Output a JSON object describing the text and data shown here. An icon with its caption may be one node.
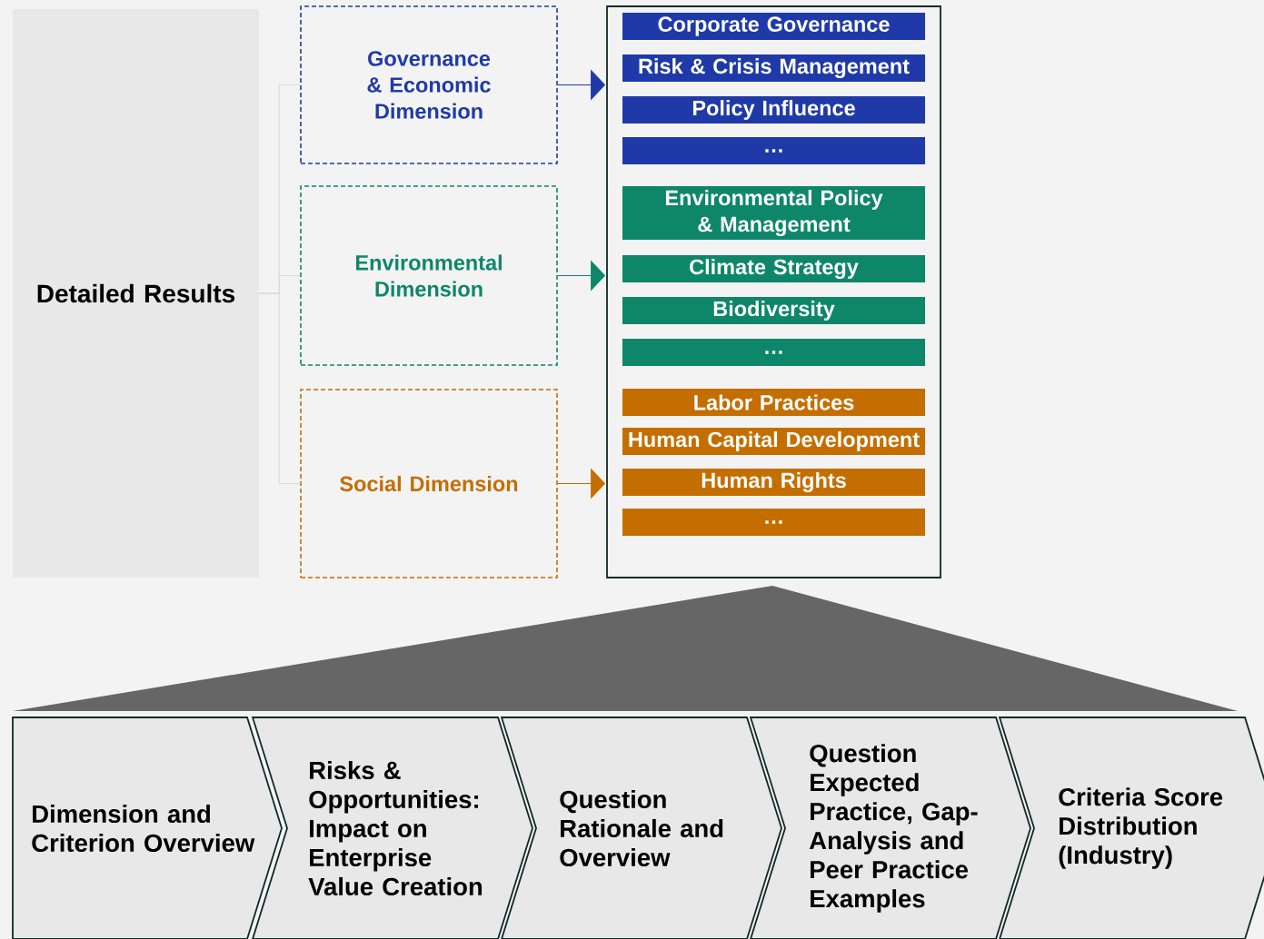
{
  "diagram": {
    "nodes": [
      {
        "text": [
          "Detailed Results"
        ]
      },
      {
        "text": [
          "Governance & Economic Dimension"
        ]
      },
      {
        "text": [
          "Environmental Dimension"
        ]
      },
      {
        "text": [
          "Social Dimension"
        ]
      },
      {
        "text": [],
        "shape": "box"
      },
      {
        "text": [
          "Corporate Governance"
        ],
        "in": 4
      },
      {
        "text": [
          "Risk & Crisis Management"
        ],
        "in": 4
      },
      {
        "text": [
          "Policy Influence"
        ],
        "in": 4
      },
      {
        "text": [
          "…"
        ],
        "in": 4
      },
      {
        "text": [
          "Environmental Policy & Management"
        ],
        "in": 4
      },
      {
        "text": [
          "Climate Strategy"
        ],
        "in": 4
      },
      {
        "text": [
          "Biodiversity"
        ],
        "in": 4
      },
      {
        "text": [
          "…"
        ],
        "in": 4
      },
      {
        "text": [
          "Labor Practices"
        ],
        "in": 4
      },
      {
        "text": [
          "Human Capital Development"
        ],
        "in": 4
      },
      {
        "text": [
          "Human Rights"
        ],
        "in": 4
      },
      {
        "text": [
          "…"
        ],
        "in": 4
      },
      {
        "text": [],
        "shape": "triangle"
      },
      {
        "text": [
          "Dimension and Criterion Overview"
        ]
      },
      {
        "text": [
          "Risks & Opportunities: Impact on Enterprise Value Creation"
        ]
      },
      {
        "text": [
          "Question Rationale and Overview"
        ]
      },
      {
        "text": [
          "Question Expected Practice, Gap-Analysis and Peer Practice Examples"
        ]
      },
      {
        "text": [
          "Criteria Score Distribution (Industry)"
        ]
      }
    ],
    "edges": [
      {
        "from": 0,
        "to": 1,
        "arrow": "none"
      },
      {
        "from": 0,
        "to": 2,
        "arrow": "none"
      },
      {
        "from": 0,
        "to": 3,
        "arrow": "none"
      },
      {
        "from": 1,
        "to": 4,
        "arrow": "to",
        "color": "#1f3aa8"
      },
      {
        "from": 2,
        "to": 4,
        "arrow": "to",
        "color": "#0e866a"
      },
      {
        "from": 3,
        "to": 4,
        "arrow": "to",
        "color": "#c46e00"
      }
    ]
  }
}
